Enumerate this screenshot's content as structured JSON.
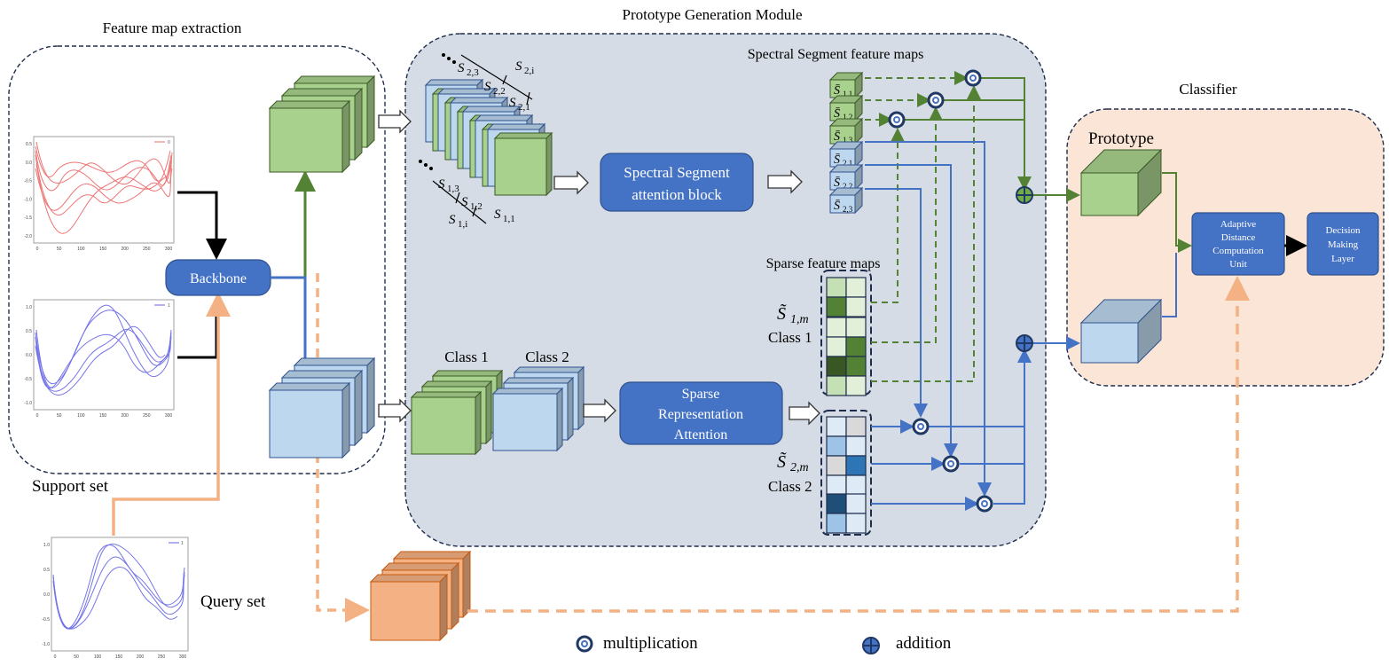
{
  "sections": {
    "feature_extraction": "Feature map extraction",
    "prototype_generation": "Prototype Generation Module",
    "classifier": "Classifier"
  },
  "labels": {
    "backbone": "Backbone",
    "support_set": "Support set",
    "query_set": "Query set",
    "spectral_maps_title": "Spectral Segment feature maps",
    "spectral_block_line1": "Spectral Segment",
    "spectral_block_line2": "attention block",
    "sparse_maps_title": "Sparse feature maps",
    "sparse_attn_line1": "Sparse",
    "sparse_attn_line2": "Representation",
    "sparse_attn_line3": "Attention",
    "class1": "Class 1",
    "class2": "Class 2",
    "prototype": "Prototype",
    "adu_line1": "Adaptive",
    "adu_line2": "Distance",
    "adu_line3": "Computation",
    "adu_line4": "Unit",
    "dml_line1": "Decision",
    "dml_line2": "Making",
    "dml_line3": "Layer",
    "legend_mult": "multiplication",
    "legend_add": "addition"
  },
  "math": {
    "s_tilde1": "S̃",
    "s_tilde1_sub": "1,m",
    "s_tilde2": "S̃",
    "s_tilde2_sub": "2,m",
    "s2i": "2,i",
    "s23": "2,3",
    "s22": "2,2",
    "s21": "2,1",
    "s1i": "1,i",
    "s13": "1,3",
    "s12": "1,2",
    "s11": "1,1",
    "sbar": "S̄",
    "sb11": "1,1",
    "sb12": "1,2",
    "sb13": "1,3",
    "sb21": "2,1",
    "sb22": "2,2",
    "sb23": "2,3"
  },
  "plots": {
    "red_legend": "0",
    "blue_legend1": "1",
    "blue_legend2": "1",
    "red_yticks": [
      "0.5",
      "0.0",
      "-0.5",
      "-1.0",
      "-1.5",
      "-2.0"
    ],
    "red_xticks": [
      "0",
      "50",
      "100",
      "150",
      "200",
      "250",
      "300"
    ],
    "blue1_yticks": [
      "1.0",
      "0.5",
      "0.0",
      "-0.5",
      "-1.0"
    ],
    "blue1_xticks": [
      "0",
      "50",
      "100",
      "150",
      "200",
      "250",
      "300"
    ],
    "blue2_yticks": [
      "1.0",
      "0.5",
      "0.0",
      "-0.5",
      "-1.0"
    ],
    "blue2_xticks": [
      "0",
      "50",
      "100",
      "150",
      "200",
      "250",
      "300"
    ]
  },
  "colors": {
    "green_face": "#a9d18e",
    "green_dark": "#548235",
    "blue_face": "#bdd7ee",
    "blue_mid": "#4472c4",
    "box_blue": "#4472c4",
    "orange": "#f4b183",
    "orange_face": "#f4b183",
    "panel_gray": "#d6dce5",
    "classifier_bg": "#fbe5d6"
  }
}
